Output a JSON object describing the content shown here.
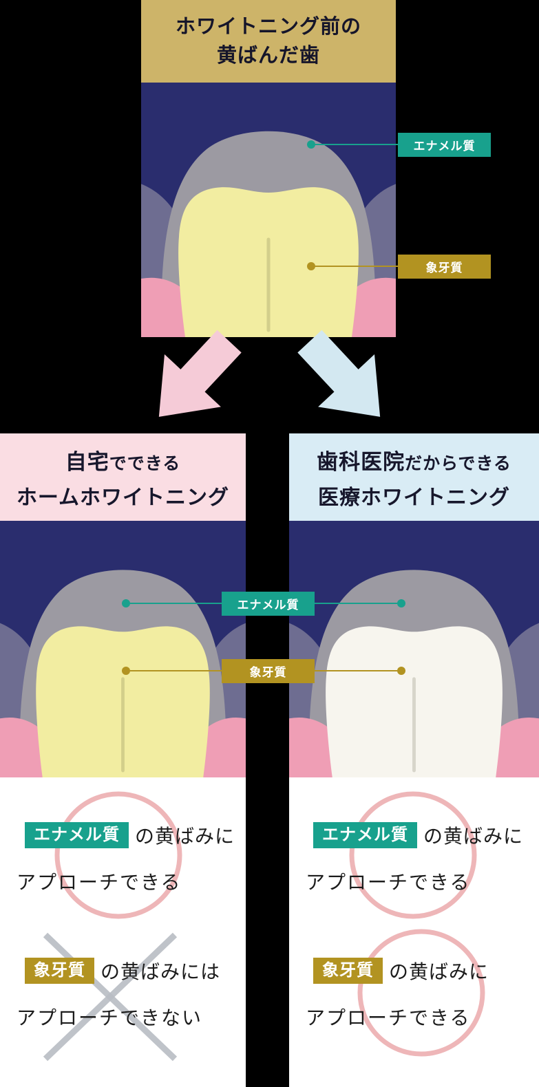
{
  "colors": {
    "page_bg": "#000000",
    "banner_gold": "#cdb469",
    "illustration_bg": "#2a2d6e",
    "enamel_gray": "#9c9aa2",
    "neighbor_gray": "#8b89a0",
    "gum_pink": "#ef9eb5",
    "dentin_yellow": "#f2eda1",
    "dentin_white": "#f7f5ee",
    "teal_badge": "#18a18d",
    "gold_badge": "#b29321",
    "pink_panel": "#fadde3",
    "blue_panel": "#d9ecf5",
    "pink_arrow": "#f5cbd7",
    "blue_arrow": "#d3e8f1",
    "circle_red": "#eba9ab",
    "cross_gray": "#b9bdc4",
    "text_dark": "#1c1c1c",
    "header_text": "#17172c"
  },
  "before": {
    "title_line1": "ホワイトニング前の",
    "title_line2": "黄ばんだ歯",
    "enamel_label": "エナメル質",
    "dentin_label": "象牙質"
  },
  "comparison": {
    "enamel_label": "エナメル質",
    "dentin_label": "象牙質",
    "home": {
      "title_big": "自宅",
      "title_small": "でできる",
      "title_line2": "ホームホワイトニング",
      "results": [
        {
          "badge": "エナメル質",
          "suffix": "の黄ばみに",
          "line2": "アプローチできる",
          "mark": "circle"
        },
        {
          "badge": "象牙質",
          "suffix": "の黄ばみには",
          "line2": "アプローチできない",
          "mark": "cross"
        }
      ]
    },
    "clinic": {
      "title_big": "歯科医院",
      "title_small": "だからできる",
      "title_line2": "医療ホワイトニング",
      "results": [
        {
          "badge": "エナメル質",
          "suffix": "の黄ばみに",
          "line2": "アプローチできる",
          "mark": "circle"
        },
        {
          "badge": "象牙質",
          "suffix": "の黄ばみに",
          "line2": "アプローチできる",
          "mark": "circle"
        }
      ]
    }
  }
}
